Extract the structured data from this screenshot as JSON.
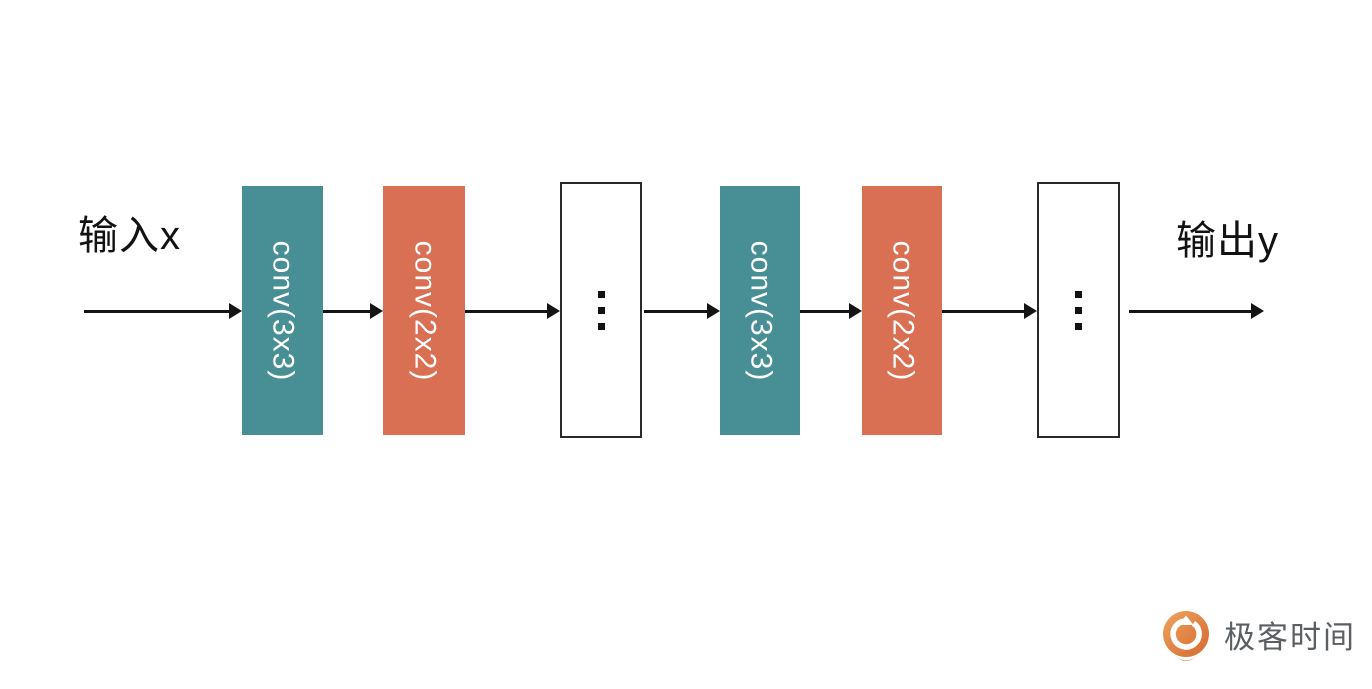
{
  "diagram": {
    "input_label": "输入x",
    "output_label": "输出y",
    "layers": [
      {
        "id": "conv3x3-1",
        "label": "conv(3x3)",
        "color": "#478F94"
      },
      {
        "id": "conv2x2-1",
        "label": "conv(2x2)",
        "color": "#D96F53"
      },
      {
        "id": "ellipsis-1",
        "icon": "vertical-ellipsis-icon"
      },
      {
        "id": "conv3x3-2",
        "label": "conv(3x3)",
        "color": "#478F94"
      },
      {
        "id": "conv2x2-2",
        "label": "conv(2x2)",
        "color": "#D96F53"
      },
      {
        "id": "ellipsis-2",
        "icon": "vertical-ellipsis-icon"
      }
    ],
    "colors": {
      "conv3x3": "#478F94",
      "conv2x2": "#D96F53",
      "arrow": "#141414",
      "ellipsis_box_border": "#2A2A2A"
    }
  },
  "branding": {
    "logo_text": "极客时间",
    "logo_icon": "geektime-logo-icon",
    "logo_text_color": "#5B5F63",
    "logo_orange_light": "#F0A360",
    "logo_orange_dark": "#D4682E"
  }
}
